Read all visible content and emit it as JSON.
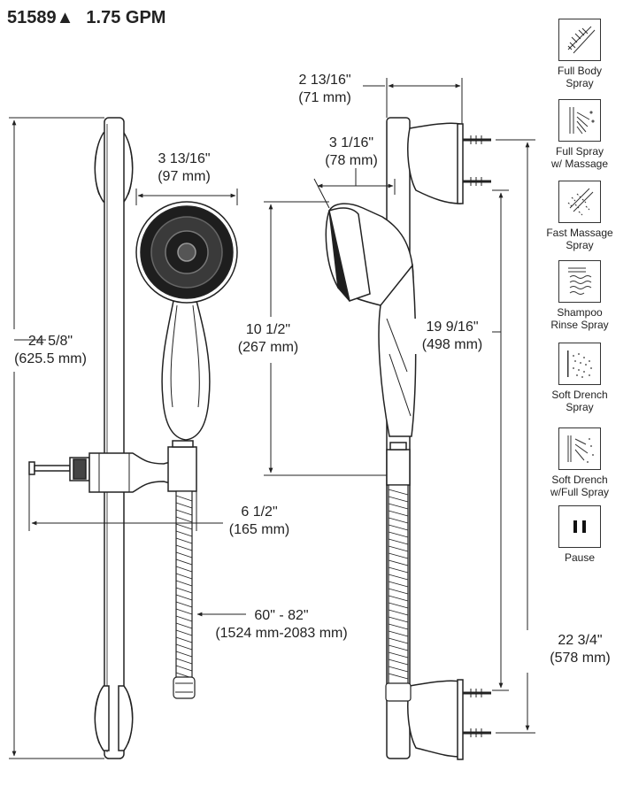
{
  "header": {
    "model": "51589",
    "symbol": "▲",
    "flow": "1.75 GPM"
  },
  "dimensions": {
    "bar_length": {
      "imperial": "24 5/8\"",
      "metric": "(625.5 mm)"
    },
    "head_width": {
      "imperial": "3 13/16\"",
      "metric": "(97 mm)"
    },
    "head_depth": {
      "imperial": "3 1/16\"",
      "metric": "(78 mm)"
    },
    "bracket_proj": {
      "imperial": "2 13/16\"",
      "metric": "(71 mm)"
    },
    "handle_len": {
      "imperial": "10 1/2\"",
      "metric": "(267 mm)"
    },
    "mount_span": {
      "imperial": "19 9/16\"",
      "metric": "(498 mm)"
    },
    "arm_reach": {
      "imperial": "6 1/2\"",
      "metric": "(165 mm)"
    },
    "hose_len": {
      "imperial": "60\" - 82\"",
      "metric": "(1524 mm-2083 mm)"
    },
    "lower_span": {
      "imperial": "22 3/4\"",
      "metric": "(578 mm)"
    }
  },
  "spray_modes": [
    {
      "icon": "full-body-spray-icon",
      "line1": "Full Body",
      "line2": "Spray"
    },
    {
      "icon": "full-spray-massage-icon",
      "line1": "Full Spray",
      "line2": "w/ Massage"
    },
    {
      "icon": "fast-massage-icon",
      "line1": "Fast Massage",
      "line2": "Spray"
    },
    {
      "icon": "shampoo-rinse-icon",
      "line1": "Shampoo",
      "line2": "Rinse Spray"
    },
    {
      "icon": "soft-drench-icon",
      "line1": "Soft Drench",
      "line2": "Spray"
    },
    {
      "icon": "soft-drench-full-icon",
      "line1": "Soft Drench",
      "line2": "w/Full Spray"
    },
    {
      "icon": "pause-icon",
      "line1": "Pause",
      "line2": ""
    }
  ]
}
